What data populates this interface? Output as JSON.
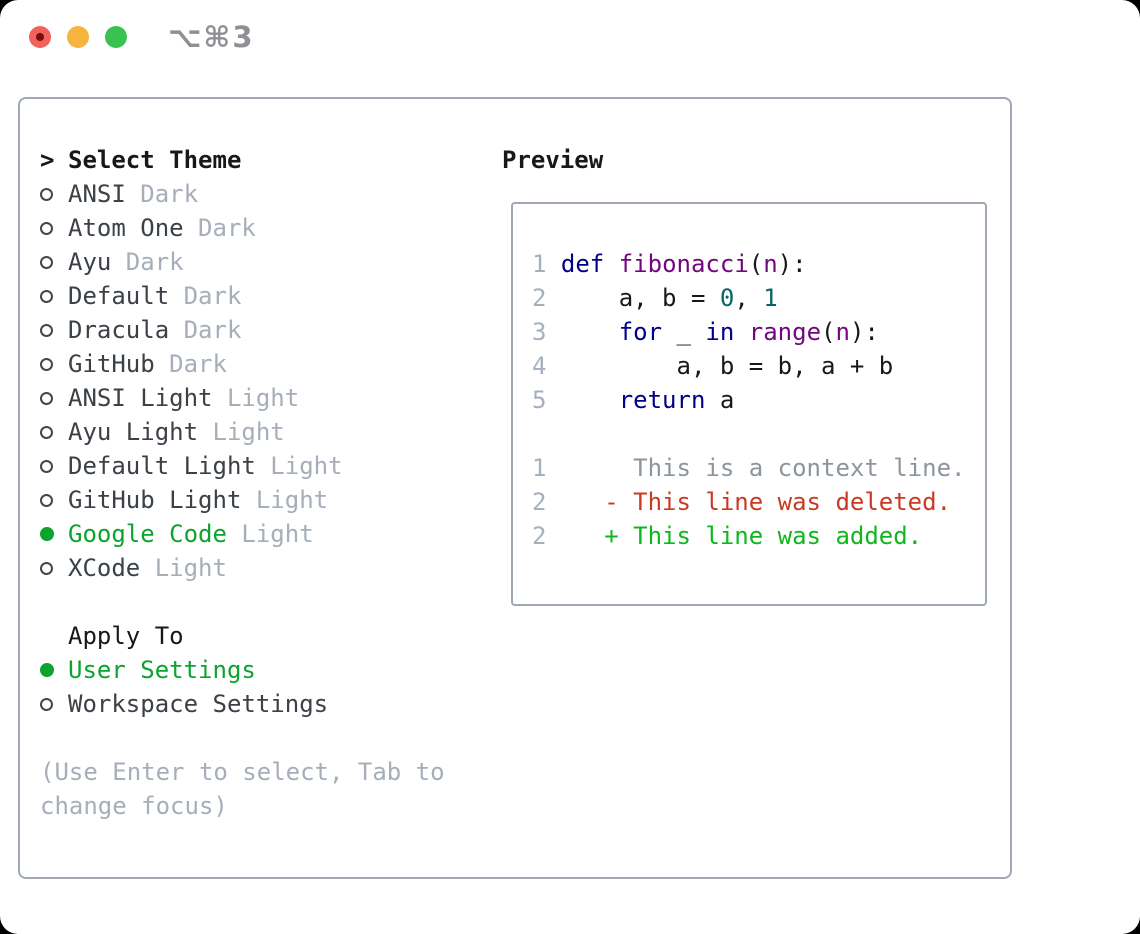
{
  "window": {
    "shortcut": "⌥⌘3"
  },
  "theme_picker": {
    "cursor": ">",
    "title": "Select Theme",
    "themes": [
      {
        "name": "ANSI",
        "variant": "Dark",
        "selected": false
      },
      {
        "name": "Atom One",
        "variant": "Dark",
        "selected": false
      },
      {
        "name": "Ayu",
        "variant": "Dark",
        "selected": false
      },
      {
        "name": "Default",
        "variant": "Dark",
        "selected": false
      },
      {
        "name": "Dracula",
        "variant": "Dark",
        "selected": false
      },
      {
        "name": "GitHub",
        "variant": "Dark",
        "selected": false
      },
      {
        "name": "ANSI Light",
        "variant": "Light",
        "selected": false
      },
      {
        "name": "Ayu Light",
        "variant": "Light",
        "selected": false
      },
      {
        "name": "Default Light",
        "variant": "Light",
        "selected": false
      },
      {
        "name": "GitHub Light",
        "variant": "Light",
        "selected": false
      },
      {
        "name": "Google Code",
        "variant": "Light",
        "selected": true
      },
      {
        "name": "XCode",
        "variant": "Light",
        "selected": false
      }
    ],
    "apply_to": {
      "title": "Apply To",
      "options": [
        {
          "label": "User Settings",
          "selected": true
        },
        {
          "label": "Workspace Settings",
          "selected": false
        }
      ]
    },
    "help_text": "(Use Enter to select, Tab to change focus)"
  },
  "preview": {
    "title": "Preview",
    "code_lines": [
      {
        "num": "1",
        "tokens": [
          {
            "t": "def",
            "c": "kw"
          },
          {
            "t": " ",
            "c": "pln"
          },
          {
            "t": "fibonacci",
            "c": "typ"
          },
          {
            "t": "(",
            "c": "pln"
          },
          {
            "t": "n",
            "c": "typ"
          },
          {
            "t": "):",
            "c": "pln"
          }
        ]
      },
      {
        "num": "2",
        "tokens": [
          {
            "t": "    a, b = ",
            "c": "pln"
          },
          {
            "t": "0",
            "c": "lit"
          },
          {
            "t": ", ",
            "c": "pln"
          },
          {
            "t": "1",
            "c": "lit"
          }
        ]
      },
      {
        "num": "3",
        "tokens": [
          {
            "t": "    ",
            "c": "pln"
          },
          {
            "t": "for",
            "c": "kw"
          },
          {
            "t": " _ ",
            "c": "pln"
          },
          {
            "t": "in",
            "c": "kw"
          },
          {
            "t": " ",
            "c": "pln"
          },
          {
            "t": "range",
            "c": "typ"
          },
          {
            "t": "(",
            "c": "pln"
          },
          {
            "t": "n",
            "c": "typ"
          },
          {
            "t": "):",
            "c": "pln"
          }
        ]
      },
      {
        "num": "4",
        "tokens": [
          {
            "t": "        a, b = b, a + b",
            "c": "pln"
          }
        ]
      },
      {
        "num": "5",
        "tokens": [
          {
            "t": "    ",
            "c": "pln"
          },
          {
            "t": "return",
            "c": "kw"
          },
          {
            "t": " a",
            "c": "pln"
          }
        ]
      }
    ],
    "diff_lines": [
      {
        "num": "1",
        "marker": " ",
        "text": "This is a context line.",
        "type": "context"
      },
      {
        "num": "2",
        "marker": "-",
        "text": "This line was deleted.",
        "type": "deleted"
      },
      {
        "num": "2",
        "marker": "+",
        "text": "This line was added.",
        "type": "added"
      }
    ]
  },
  "colors": {
    "accent_green": "#0da32f",
    "text_dark": "#16181b",
    "text_primary": "#3b4147",
    "text_muted": "#a5aeb9",
    "border": "#a0a9b3",
    "kw": "#000088",
    "typ": "#71067e",
    "lit": "#066666",
    "pln": "#17181a",
    "line_number": "#a6b0bc",
    "context": "#8d949c",
    "deleted": "#c93a23",
    "added": "#0fb71d",
    "tl_red": "#f2625c",
    "tl_red_dot": "#770d0d",
    "tl_yellow": "#f5b43d",
    "tl_green": "#39c24f",
    "shortcut": "#8e9094"
  }
}
